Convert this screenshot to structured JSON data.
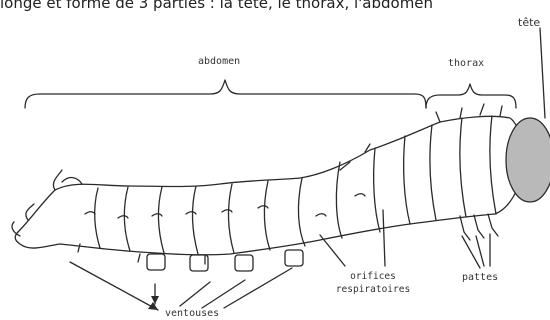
{
  "caption": "longé et formé de 3 parties : la tête, le thorax, l'abdomen",
  "labels": {
    "head": "tête",
    "abdomen": "abdomen",
    "thorax": "thorax",
    "suckers": "ventouses",
    "spiracles_line1": "orifices",
    "spiracles_line2": "respiratoires",
    "legs": "pattes"
  },
  "colors": {
    "ink": "#2a2a2a",
    "head_fill": "#b9b9b9",
    "background": "#ffffff"
  }
}
